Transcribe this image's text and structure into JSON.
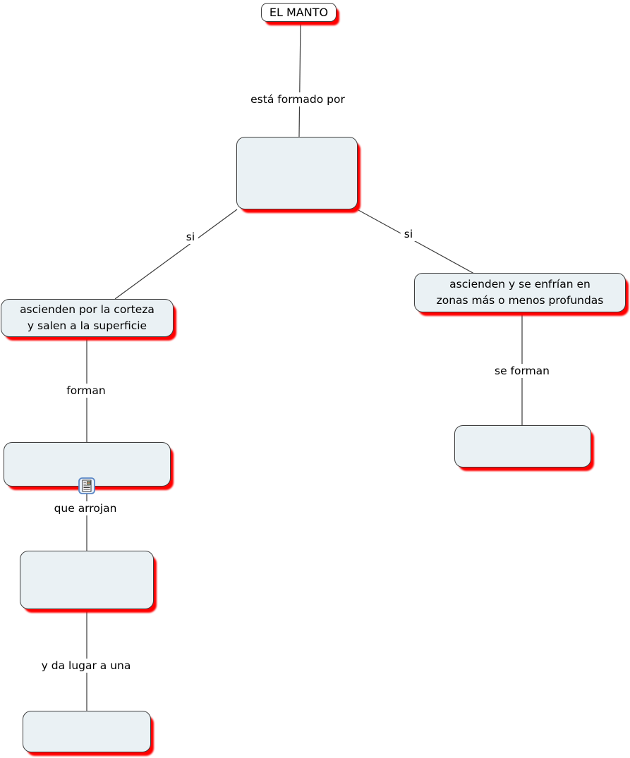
{
  "colors": {
    "canvas_bg": "#ffffff",
    "node_fill": "#eaf1f4",
    "node_border": "#3f3f3f",
    "root_fill": "#ffffff",
    "shadow": "#ff0000",
    "line": "#3a3a3a",
    "text": "#000000"
  },
  "nodes": {
    "root": {
      "label": "EL MANTO"
    },
    "center": {
      "label": ""
    },
    "left_1": {
      "label": "ascienden por la corteza\ny salen a la superficie"
    },
    "left_2": {
      "label": ""
    },
    "left_3": {
      "label": ""
    },
    "left_4": {
      "label": ""
    },
    "right_1": {
      "label": "ascienden y se enfrían en\nzonas más o menos profundas"
    },
    "right_2": {
      "label": ""
    }
  },
  "link_labels": {
    "root_to_center": "está formado por",
    "center_to_left": "si",
    "center_to_right": "si",
    "left1_to_left2": "forman",
    "left2_to_left3": "que arrojan",
    "left3_to_left4": "y da lugar a una",
    "right1_to_right2": "se forman"
  },
  "icons": {
    "resource": "document-with-image-icon"
  }
}
